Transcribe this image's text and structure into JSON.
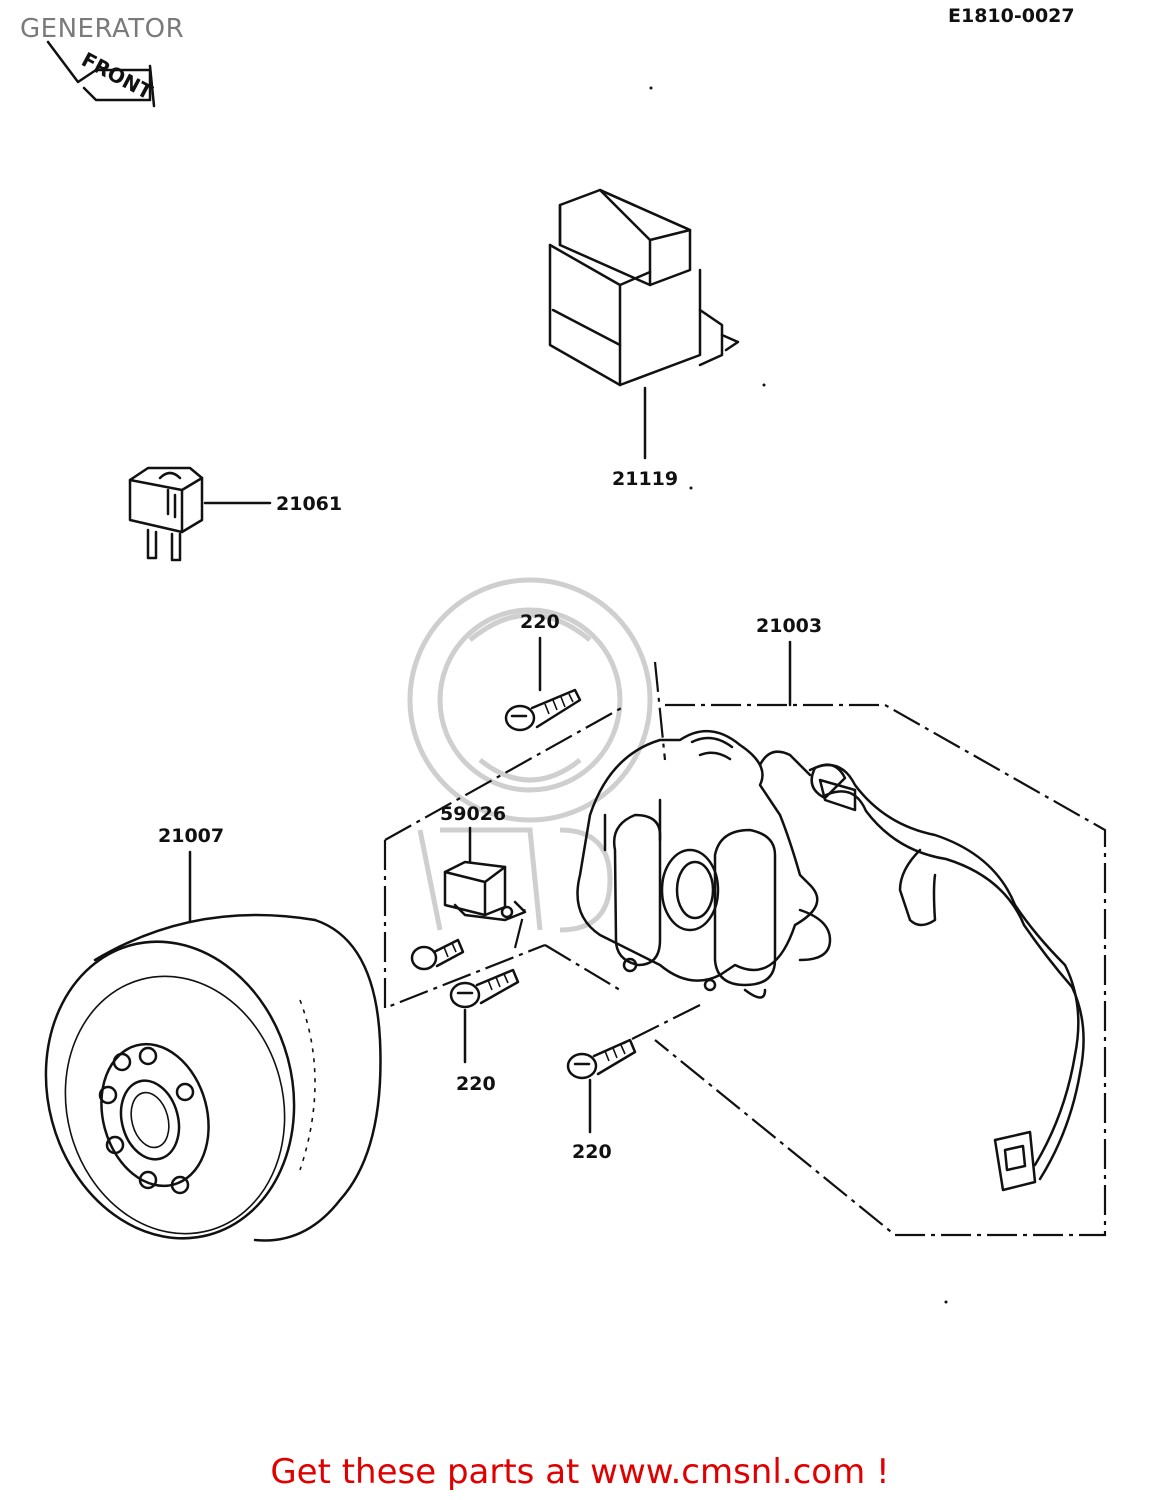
{
  "header": {
    "title": "GENERATOR",
    "diagram_code": "E1810-0027"
  },
  "orientation": {
    "front_label": "FRONT"
  },
  "parts": {
    "regulator": "21119",
    "relay": "21061",
    "bolt_top": "220",
    "stator": "21003",
    "pickup_coil": "59026",
    "flywheel": "21007",
    "bolt_mid": "220",
    "bolt_bottom": "220"
  },
  "footer": {
    "cta": "Get these parts at www.cmsnl.com !"
  },
  "colors": {
    "cta": "#e00000",
    "title": "#7a7a7a"
  }
}
